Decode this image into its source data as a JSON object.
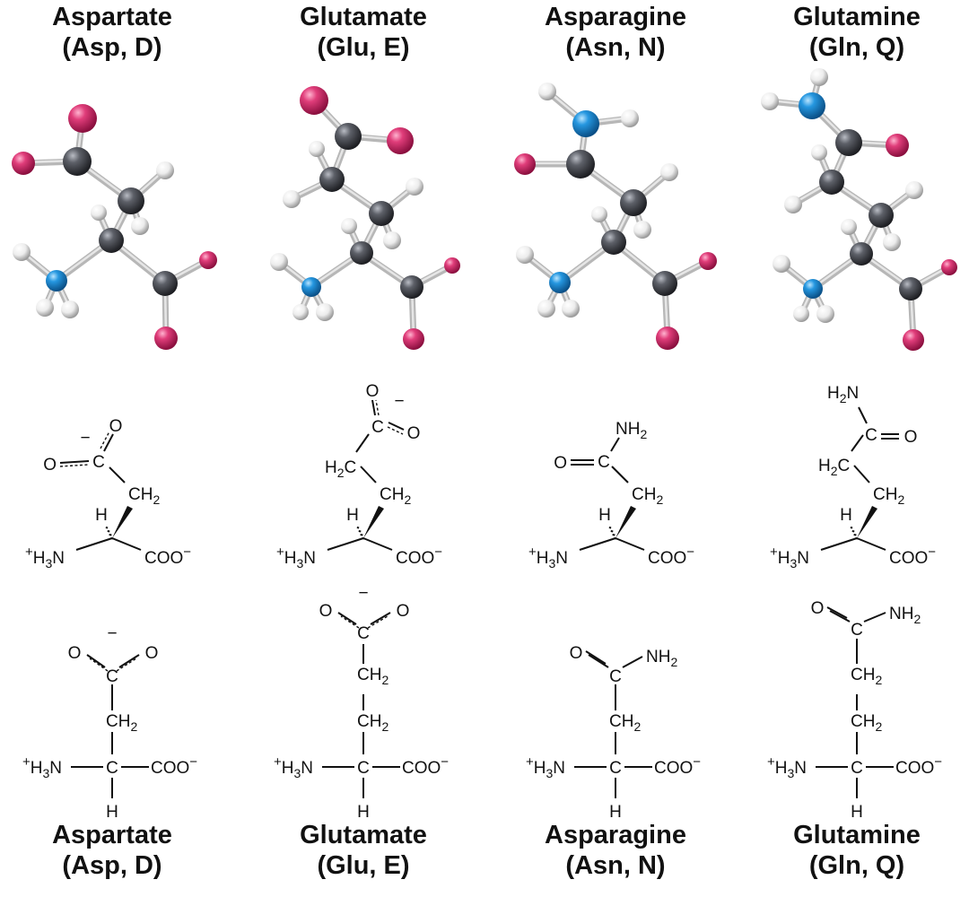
{
  "amino_acids": [
    {
      "name": "Aspartate",
      "abbr": "(Asp, D)",
      "side_chain": "carboxylate",
      "chain_length": 1
    },
    {
      "name": "Glutamate",
      "abbr": "(Glu, E)",
      "side_chain": "carboxylate",
      "chain_length": 2
    },
    {
      "name": "Asparagine",
      "abbr": "(Asn, N)",
      "side_chain": "amide",
      "chain_length": 1
    },
    {
      "name": "Glutamine",
      "abbr": "(Gln, Q)",
      "side_chain": "amide",
      "chain_length": 2
    }
  ],
  "labels": {
    "ammonium_plus": "+",
    "ammonium": "H",
    "ammonium_sub": "3",
    "ammonium_n": "N",
    "alpha_h": "H",
    "alpha_c": "C",
    "carboxylate": "COO",
    "minus": "−",
    "ch": "CH",
    "h2c": "H",
    "two": "2",
    "oxygen": "O",
    "nh": "NH",
    "h2n": "H",
    "c": "C"
  },
  "atom_colors": {
    "carbon": "#3c3e44",
    "oxygen": "#d5306f",
    "nitrogen": "#1e8fd8",
    "hydrogen": "#f2f2f2"
  }
}
